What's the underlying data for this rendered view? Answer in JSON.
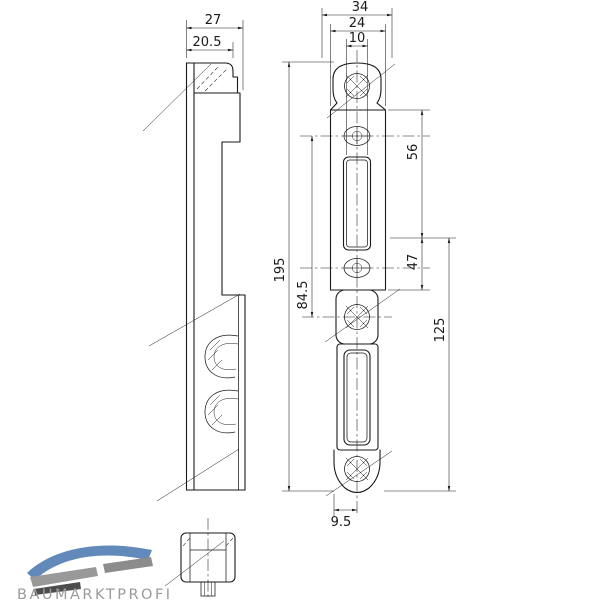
{
  "drawing": {
    "side_view": {
      "width": "27",
      "inner_width": "20.5"
    },
    "front_view": {
      "outer_width": "34",
      "plate_width": "24",
      "slot_width": "10",
      "upper_spacing": "56",
      "lower_spacing": "47",
      "total_length": "195",
      "center_spacing": "84.5",
      "lower_length": "125",
      "edge_offset": "9.5"
    }
  },
  "logo": {
    "text": "BAUMARKTPROFI"
  },
  "colors": {
    "line": "#1a1a1a",
    "logo_blue": "#6189b9",
    "logo_gray": "#999999",
    "logo_gray_mid": "#8c8c8c",
    "logo_dark": "#4d4d4d"
  }
}
